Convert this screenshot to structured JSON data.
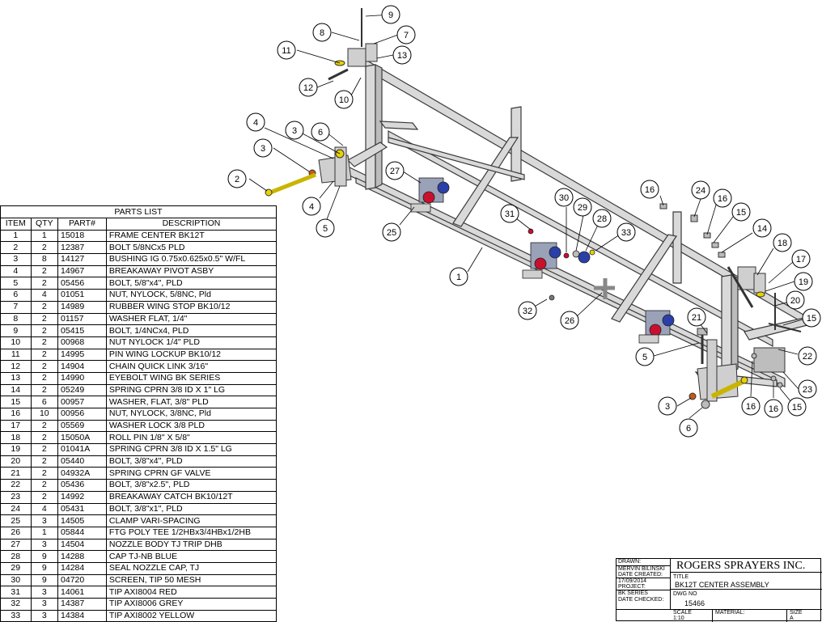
{
  "parts_list": {
    "title": "PARTS LIST",
    "headers": [
      "ITEM",
      "QTY",
      "PART#",
      "DESCRIPTION"
    ],
    "rows": [
      [
        "1",
        "1",
        "15018",
        "FRAME CENTER BK12T"
      ],
      [
        "2",
        "2",
        "12387",
        "BOLT 5/8NCx5 PLD"
      ],
      [
        "3",
        "8",
        "14127",
        "BUSHING IG 0.75x0.625x0.5\" W/FL"
      ],
      [
        "4",
        "2",
        "14967",
        "BREAKAWAY PIVOT ASBY"
      ],
      [
        "5",
        "2",
        "05456",
        "BOLT, 5/8\"x4\", PLD"
      ],
      [
        "6",
        "4",
        "01051",
        "NUT, NYLOCK, 5/8NC, Pld"
      ],
      [
        "7",
        "2",
        "14989",
        "RUBBER WING STOP BK10/12"
      ],
      [
        "8",
        "2",
        "01157",
        "WASHER FLAT, 1/4\""
      ],
      [
        "9",
        "2",
        "05415",
        "BOLT, 1/4NCx4, PLD"
      ],
      [
        "10",
        "2",
        "00968",
        "NUT NYLOCK 1/4\" PLD"
      ],
      [
        "11",
        "2",
        "14995",
        "PIN WING LOCKUP BK10/12"
      ],
      [
        "12",
        "2",
        "14904",
        "CHAIN QUICK LINK 3/16\""
      ],
      [
        "13",
        "2",
        "14990",
        "EYEBOLT WING BK SERIES"
      ],
      [
        "14",
        "2",
        "05249",
        "SPRING CPRN 3/8 ID X 1\" LG"
      ],
      [
        "15",
        "6",
        "00957",
        "WASHER, FLAT, 3/8\" PLD"
      ],
      [
        "16",
        "10",
        "00956",
        "NUT, NYLOCK, 3/8NC, Pld"
      ],
      [
        "17",
        "2",
        "05569",
        "WASHER LOCK 3/8 PLD"
      ],
      [
        "18",
        "2",
        "15050A",
        "ROLL PIN 1/8\" X 5/8\""
      ],
      [
        "19",
        "2",
        "01041A",
        "SPRING CPRN 3/8 ID X 1.5\" LG"
      ],
      [
        "20",
        "2",
        "05440",
        "BOLT, 3/8\"x4\", PLD"
      ],
      [
        "21",
        "2",
        "04932A",
        "SPRING CPRN GF VALVE"
      ],
      [
        "22",
        "2",
        "05436",
        "BOLT, 3/8\"x2.5\", PLD"
      ],
      [
        "23",
        "2",
        "14992",
        "BREAKAWAY CATCH BK10/12T"
      ],
      [
        "24",
        "4",
        "05431",
        "BOLT, 3/8\"x1\", PLD"
      ],
      [
        "25",
        "3",
        "14505",
        "CLAMP VARI-SPACING"
      ],
      [
        "26",
        "1",
        "05844",
        "FTG POLY TEE 1/2HBx3/4HBx1/2HB"
      ],
      [
        "27",
        "3",
        "14504",
        "NOZZLE BODY TJ TRIP DHB"
      ],
      [
        "28",
        "9",
        "14288",
        "CAP TJ-NB BLUE"
      ],
      [
        "29",
        "9",
        "14284",
        "SEAL NOZZLE CAP, TJ"
      ],
      [
        "30",
        "9",
        "04720",
        "SCREEN, TIP 50 MESH"
      ],
      [
        "31",
        "3",
        "14061",
        "TIP AXI8004 RED"
      ],
      [
        "32",
        "3",
        "14387",
        "TIP AXI8006 GREY"
      ],
      [
        "33",
        "3",
        "14384",
        "TIP AXI8002  YELLOW"
      ]
    ]
  },
  "title_block": {
    "drawn_label": "DRAWN:",
    "drawn_value": "MERVIN BILINSKI",
    "date_created_label": "DATE CREATED:",
    "date_created_value": "17/09/2014",
    "project_label": "PROJECT:",
    "project_value": "BK SERIES",
    "date_checked_label": "DATE CHECKED:",
    "company": "ROGERS SPRAYERS INC.",
    "title_label": "TITLE",
    "title_value": "BK12T CENTER ASSEMBLY",
    "dwg_label": "DWG NO",
    "dwg_value": "15466",
    "scale_label": "SCALE",
    "scale_value": "1:10",
    "material_label": "MATERIAL:",
    "size_label": "SIZE",
    "size_value": "A"
  },
  "balloons": [
    {
      "id": "b9",
      "label": "9"
    },
    {
      "id": "b8",
      "label": "8"
    },
    {
      "id": "b7",
      "label": "7"
    },
    {
      "id": "b11",
      "label": "11"
    },
    {
      "id": "b13",
      "label": "13"
    },
    {
      "id": "b12",
      "label": "12"
    },
    {
      "id": "b10",
      "label": "10"
    },
    {
      "id": "b4a",
      "label": "4"
    },
    {
      "id": "b3a",
      "label": "3"
    },
    {
      "id": "b6a",
      "label": "6"
    },
    {
      "id": "b3b",
      "label": "3"
    },
    {
      "id": "b2",
      "label": "2"
    },
    {
      "id": "b27",
      "label": "27"
    },
    {
      "id": "b4b",
      "label": "4"
    },
    {
      "id": "b5a",
      "label": "5"
    },
    {
      "id": "b25",
      "label": "25"
    },
    {
      "id": "b30",
      "label": "30"
    },
    {
      "id": "b29",
      "label": "29"
    },
    {
      "id": "b31",
      "label": "31"
    },
    {
      "id": "b28",
      "label": "28"
    },
    {
      "id": "b33",
      "label": "33"
    },
    {
      "id": "b16a",
      "label": "16"
    },
    {
      "id": "b24",
      "label": "24"
    },
    {
      "id": "b16b",
      "label": "16"
    },
    {
      "id": "b15a",
      "label": "15"
    },
    {
      "id": "b14",
      "label": "14"
    },
    {
      "id": "b18",
      "label": "18"
    },
    {
      "id": "b17",
      "label": "17"
    },
    {
      "id": "b19",
      "label": "19"
    },
    {
      "id": "b1",
      "label": "1"
    },
    {
      "id": "b20",
      "label": "20"
    },
    {
      "id": "b32",
      "label": "32"
    },
    {
      "id": "b26",
      "label": "26"
    },
    {
      "id": "b21",
      "label": "21"
    },
    {
      "id": "b15b",
      "label": "15"
    },
    {
      "id": "b22",
      "label": "22"
    },
    {
      "id": "b5b",
      "label": "5"
    },
    {
      "id": "b23",
      "label": "23"
    },
    {
      "id": "b3c",
      "label": "3"
    },
    {
      "id": "b16c",
      "label": "16"
    },
    {
      "id": "b16d",
      "label": "16"
    },
    {
      "id": "b15c",
      "label": "15"
    },
    {
      "id": "b6b",
      "label": "6"
    }
  ],
  "colors": {
    "frame_fill": "#d6d6d6",
    "frame_stroke": "#3a3a3a",
    "nozzle_red": "#c8102e",
    "nozzle_blue": "#2b3fa8",
    "bolt_yellow": "#e8d200",
    "bushing_orange": "#c45a1a"
  }
}
